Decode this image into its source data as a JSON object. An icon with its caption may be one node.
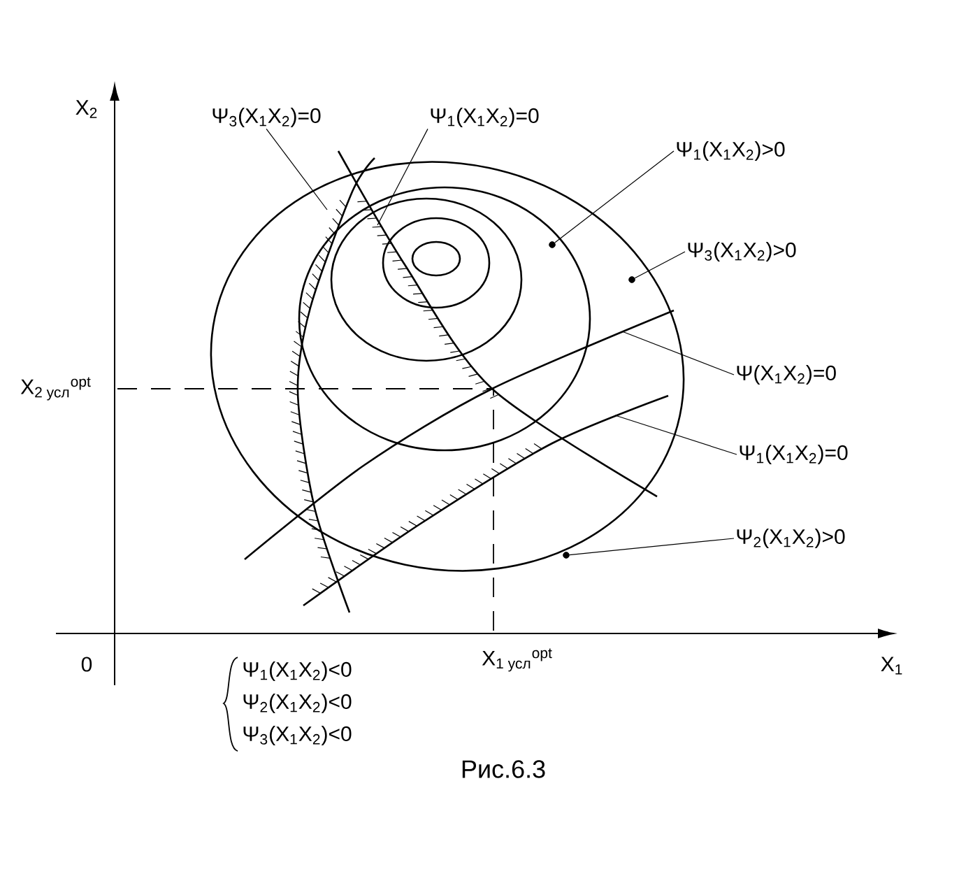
{
  "diagram": {
    "caption": "Рис.6.3",
    "nodes": [
      {
        "text": [
          "Ψ$_{3}$(X$_{1}$X$_{2}$)=0"
        ]
      },
      {
        "text": [
          "Ψ$_{1}$(X$_{1}$X$_{2}$)=0"
        ]
      },
      {
        "text": [
          "Ψ$_{1}$(X$_{1}$X$_{2}$)>0"
        ]
      },
      {
        "text": [
          "Ψ$_{3}$(X$_{1}$X$_{2}$)>0"
        ]
      },
      {
        "text": [
          "Ψ(X$_{1}$X$_{2}$)=0"
        ]
      },
      {
        "text": [
          "Ψ$_{1}$(X$_{1}$X$_{2}$)=0"
        ]
      },
      {
        "text": [
          "Ψ$_{2}$(X$_{1}$X$_{2}$)>0"
        ]
      },
      {
        "text": [],
        "shape": "circle"
      },
      {
        "text": [],
        "shape": "circle"
      },
      {
        "text": [],
        "shape": "circle"
      }
    ],
    "edges": [
      {
        "from": 0,
        "to": null,
        "arrow": "none"
      },
      {
        "from": 1,
        "to": null,
        "arrow": "none"
      },
      {
        "from": 2,
        "to": 7,
        "arrow": "none"
      },
      {
        "from": 3,
        "to": 8,
        "arrow": "none"
      },
      {
        "from": 4,
        "to": null,
        "arrow": "none"
      },
      {
        "from": 5,
        "to": null,
        "arrow": "none"
      },
      {
        "from": 6,
        "to": 9,
        "arrow": "none"
      }
    ],
    "labels": [
      "X$_{2}$",
      "X$_{2 усл}$$^{opt}$",
      "0",
      "X$_{1 усл}$$^{opt}$",
      "X$_{1}$",
      "Ψ$_{1}$(X$_{1}$X$_{2}$)<0",
      "Ψ$_{2}$(X$_{1}$X$_{2}$)<0",
      "Ψ$_{3}$(X$_{1}$X$_{2}$)<0"
    ]
  }
}
